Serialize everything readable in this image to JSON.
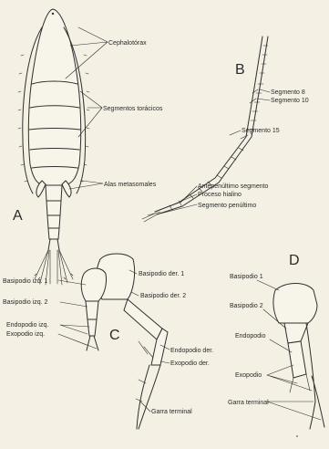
{
  "figure": {
    "panels": {
      "a": "A",
      "b": "B",
      "c": "C",
      "d": "D"
    },
    "labels_a": {
      "cephalotorax": "Cephalotórax",
      "segmentos": "Segmentos torácicos",
      "alas": "Alas metasomales"
    },
    "labels_b": {
      "seg8": "Segmento 8",
      "seg10": "Segmento 10",
      "seg15": "Segmento 15",
      "antepenultimo": "Antepenúltimo segmento",
      "proceso": "Proceso hialino",
      "penultimo": "Segmento penúltimo"
    },
    "labels_c": {
      "basizq1": "Basipodio izq. 1",
      "basizq2": "Basipodio izq. 2",
      "endoizq": "Endopodio izq.",
      "exoizq": "Exopodio izq.",
      "basder1": "Basipodio der. 1",
      "basder2": "Basipodio der. 2",
      "endoder": "Endopodio der.",
      "exoder": "Exopodio der.",
      "garra": "Garra terminal"
    },
    "labels_d": {
      "bas1": "Basipodio 1",
      "bas2": "Basipodio 2",
      "endo": "Endopodio",
      "exo": "Exopodio",
      "garra": "Garra terminal"
    }
  }
}
